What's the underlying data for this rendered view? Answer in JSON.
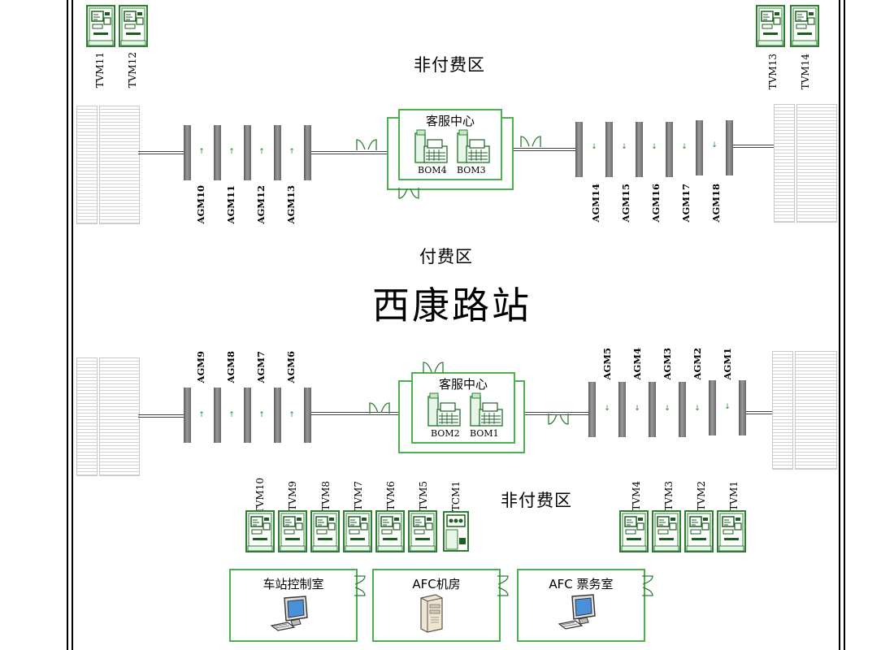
{
  "zones": {
    "unpaid_top": "非付费区",
    "paid": "付费区",
    "unpaid_bottom": "非付费区"
  },
  "station_name": "西康路站",
  "top_tvms_left": [
    "TVM11",
    "TVM12"
  ],
  "top_tvms_right": [
    "TVM13",
    "TVM14"
  ],
  "agm_top_left": [
    "AGM10",
    "AGM11",
    "AGM12",
    "AGM13"
  ],
  "agm_top_right": [
    "AGM14",
    "AGM15",
    "AGM16",
    "AGM17",
    "AGM18"
  ],
  "agm_bottom_left": [
    "AGM9",
    "AGM8",
    "AGM7",
    "AGM6"
  ],
  "agm_bottom_right": [
    "AGM5",
    "AGM4",
    "AGM3",
    "AGM2",
    "AGM1"
  ],
  "service_top": {
    "title": "客服中心",
    "boms": [
      "BOM4",
      "BOM3"
    ]
  },
  "service_bottom": {
    "title": "客服中心",
    "boms": [
      "BOM2",
      "BOM1"
    ]
  },
  "bottom_machines_left": [
    "TVM10",
    "TVM9",
    "TVM8",
    "TVM7",
    "TVM6",
    "TVM5",
    "TCM1"
  ],
  "bottom_machines_right": [
    "TVM4",
    "TVM3",
    "TVM2",
    "TVM1"
  ],
  "rooms": [
    "车站控制室",
    "AFC机房",
    "AFC 票务室"
  ],
  "colors": {
    "accent": "#4caf50",
    "arrow": "#2a8a2a",
    "gate": "#777777"
  },
  "icons": {
    "tvm": "ticket-vending-machine-icon",
    "bom": "booking-office-machine-icon",
    "tcm": "ticket-checking-machine-icon",
    "computer": "computer-icon",
    "server": "server-icon",
    "door": "door-icon",
    "stairs": "stairs-icon",
    "gate": "gate-icon"
  }
}
